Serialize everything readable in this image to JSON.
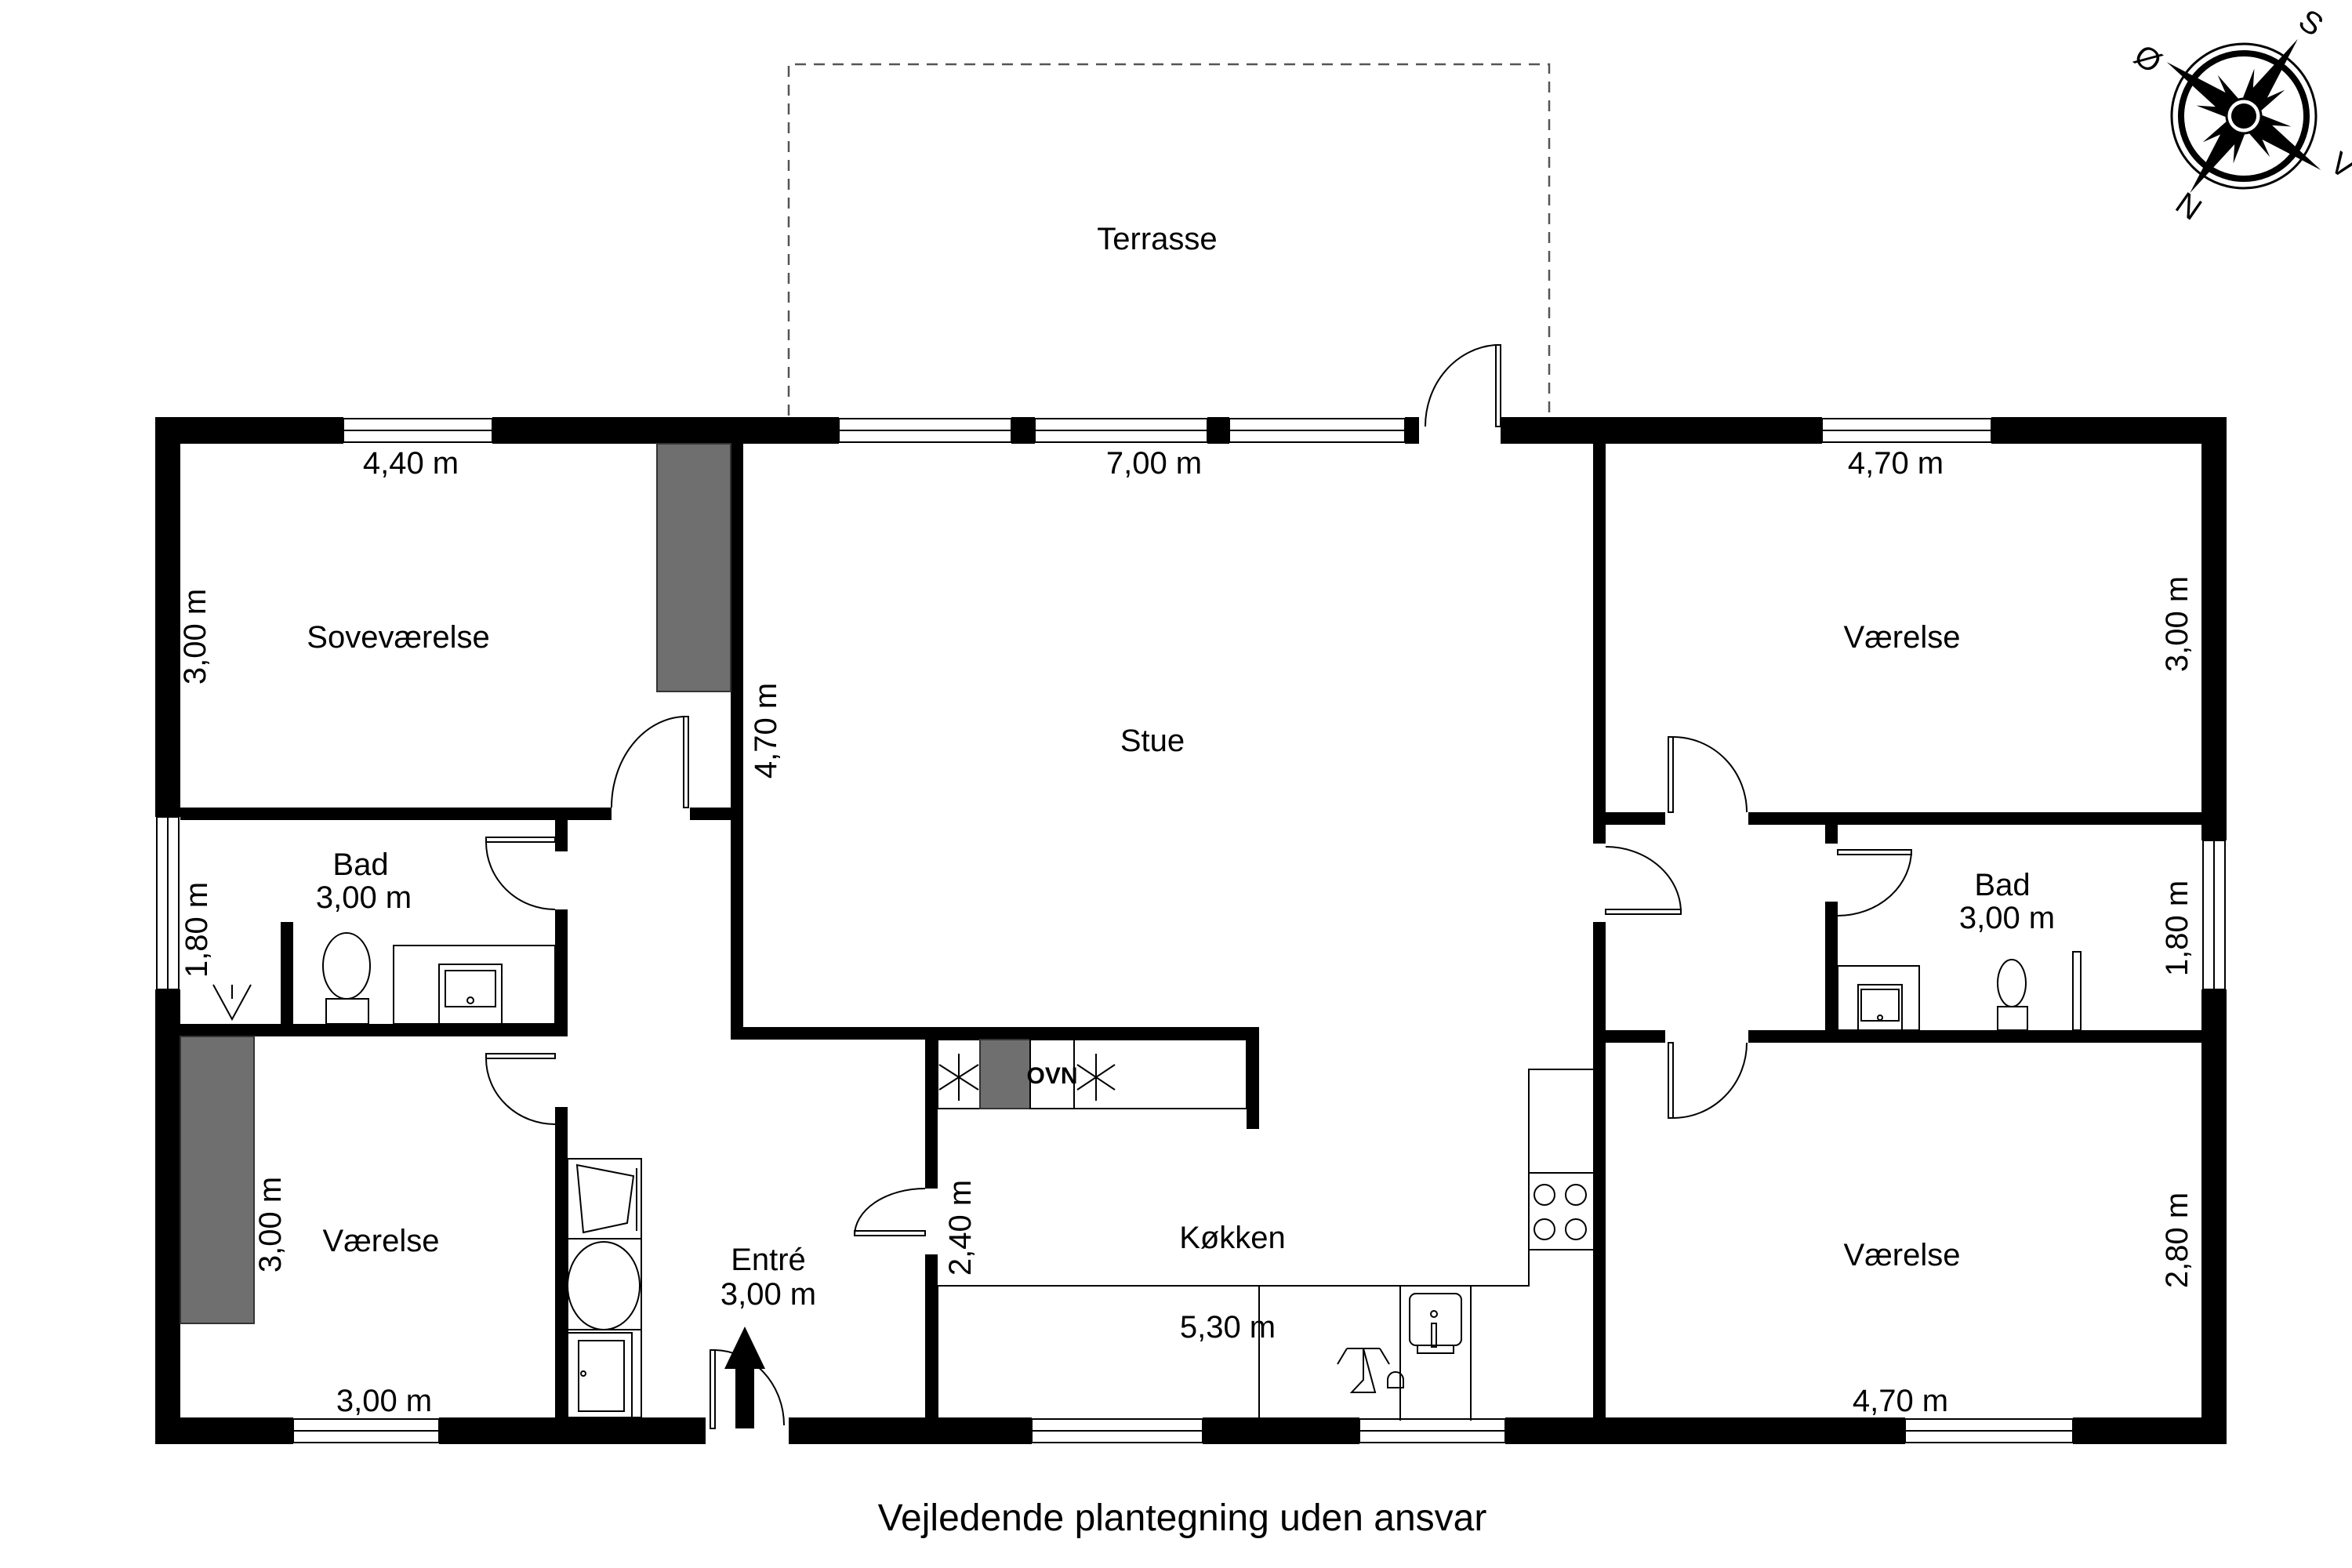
{
  "plan": {
    "disclaimer": "Vejledende plantegning uden ansvar",
    "colors": {
      "wall": "#000000",
      "closet": "#6f6f6f",
      "background": "#ffffff"
    },
    "compass": {
      "labels": {
        "north": "N",
        "south": "S",
        "east": "Ø",
        "west": "V"
      }
    },
    "entrance_arrow": "arrow-up"
  },
  "rooms": {
    "terrasse": {
      "name": "Terrasse"
    },
    "sovevaerelse": {
      "name": "Soveværelse",
      "width": "4,40 m",
      "height": "3,00 m"
    },
    "stue": {
      "name": "Stue",
      "width": "7,00 m",
      "height": "4,70 m"
    },
    "vaerelse_ne": {
      "name": "Værelse",
      "width": "4,70 m",
      "height": "3,00 m"
    },
    "bad_w": {
      "name": "Bad",
      "width": "3,00 m",
      "height": "1,80 m"
    },
    "bad_e": {
      "name": "Bad",
      "width": "3,00 m",
      "height": "1,80 m"
    },
    "vaerelse_sw": {
      "name": "Værelse",
      "width": "3,00 m",
      "height": "3,00 m"
    },
    "entre": {
      "name": "Entré",
      "width": "3,00 m"
    },
    "koekken": {
      "name": "Køkken",
      "width": "5,30 m",
      "height": "2,40 m",
      "oven_label": "OVN"
    },
    "vaerelse_se": {
      "name": "Værelse",
      "width": "4,70 m",
      "height": "2,80 m"
    }
  }
}
